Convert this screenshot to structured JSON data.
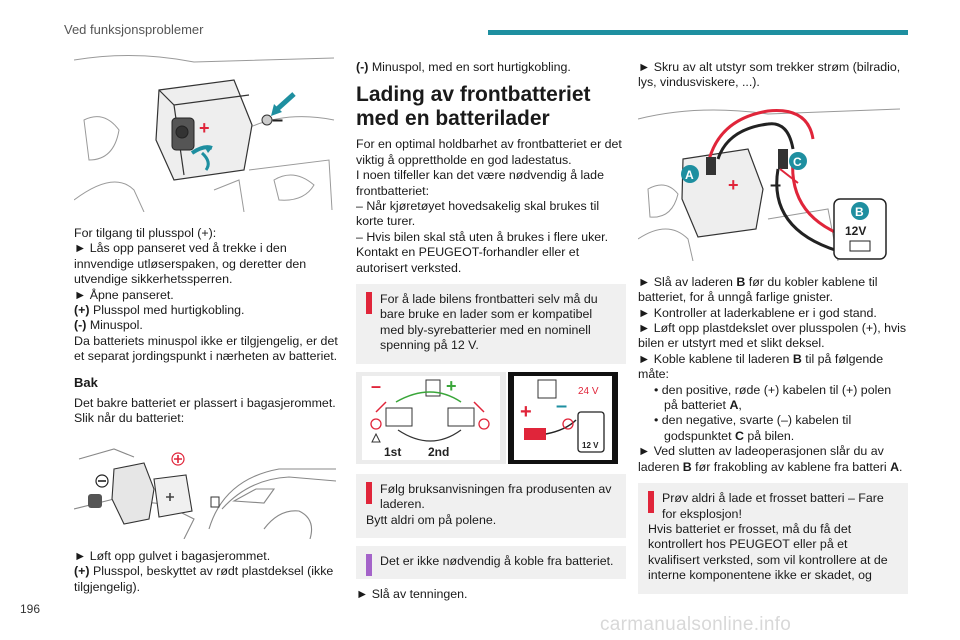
{
  "header": {
    "title": "Ved funksjonsproblemer",
    "accent": "#1e8fa0"
  },
  "page_number": "196",
  "watermark": "carmanualsonline.info",
  "col1": {
    "fig1": {
      "plus": "+",
      "minus": "–"
    },
    "p1": "For tilgang til plusspol (+):",
    "p2": "► Lås opp panseret ved å trekke i den innvendige utløserspaken, og deretter den utvendige sikkerhetssperren.",
    "p3": "► Åpne panseret.",
    "p4_b": "(+)",
    "p4": " Plusspol med hurtigkobling.",
    "p5_b": "(-)",
    "p5": " Minuspol.",
    "p6": "Da batteriets minuspol ikke er tilgjengelig, er det et separat jordingspunkt i nærheten av batteriet.",
    "sub": "Bak",
    "p7": "Det bakre batteriet er plassert i bagasjerommet. Slik når du batteriet:",
    "p8": "► Løft opp gulvet i bagasjerommet.",
    "p9_b": "(+)",
    "p9": " Plusspol, beskyttet av rødt plastdeksel (ikke tilgjengelig)."
  },
  "col2": {
    "p1_b": "(-)",
    "p1": " Minuspol, med en sort hurtigkobling.",
    "heading": "Lading av frontbatteriet med en batterilader",
    "p2": "For en optimal holdbarhet av frontbatteriet er det viktig å opprettholde en god ladestatus.",
    "p3": "I noen tilfeller kan det være nødvendig å lade frontbatteriet:",
    "p4": "– Når kjøretøyet hovedsakelig skal brukes til korte turer.",
    "p5": "– Hvis bilen skal stå uten å brukes i flere uker.",
    "p6": "Kontakt en PEUGEOT-forhandler eller et autorisert verksted.",
    "note1": "For å lade bilens frontbatteri selv må du bare bruke en lader som er kompatibel med bly-syrebatterier med en nominell spenning på 12 V.",
    "fig": {
      "first": "1st",
      "second": "2nd",
      "volt": "24 V",
      "charger": "12 V",
      "plus": "+",
      "minus": "–"
    },
    "note2a": "Følg bruksanvisningen fra produsenten av laderen.",
    "note2b": "Bytt aldri om på polene.",
    "note3": "Det er ikke nødvendig å koble fra batteriet.",
    "p7": "► Slå av tenningen."
  },
  "col3": {
    "p1": "► Skru av alt utstyr som trekker strøm (bilradio, lys, vindusviskere, ...).",
    "fig": {
      "a": "A",
      "b": "B",
      "c": "C",
      "volt": "12V",
      "plus": "+",
      "minus": "–"
    },
    "p2a": "► Slå av laderen ",
    "p2b": "B",
    "p2c": " før du kobler kablene til batteriet, for å unngå farlige gnister.",
    "p3": "► Kontroller at laderkablene er i god stand.",
    "p4": "► Løft opp plastdekslet over plusspolen (+), hvis bilen er utstyrt med et slikt deksel.",
    "p5a": "► Koble kablene til laderen ",
    "p5b": "B",
    "p5c": " til på følgende måte:",
    "b1a": "• den positive, røde (+) kabelen til (+) polen på batteriet ",
    "b1b": "A",
    "b1c": ",",
    "b2a": "• den negative, svarte (–) kabelen til godspunktet ",
    "b2b": "C",
    "b2c": " på bilen.",
    "p6a": "► Ved slutten av ladeoperasjonen slår du av laderen ",
    "p6b": "B",
    "p6c": " før frakobling av kablene fra batteri ",
    "p6d": "A",
    "p6e": ".",
    "note_a": "Prøv aldri å lade et frosset batteri – Fare for eksplosjon!",
    "note_b": "Hvis batteriet er frosset, må du få det kontrollert hos PEUGEOT eller på et kvalifisert verksted, som vil kontrollere at de interne komponentene ikke er skadet, og"
  }
}
